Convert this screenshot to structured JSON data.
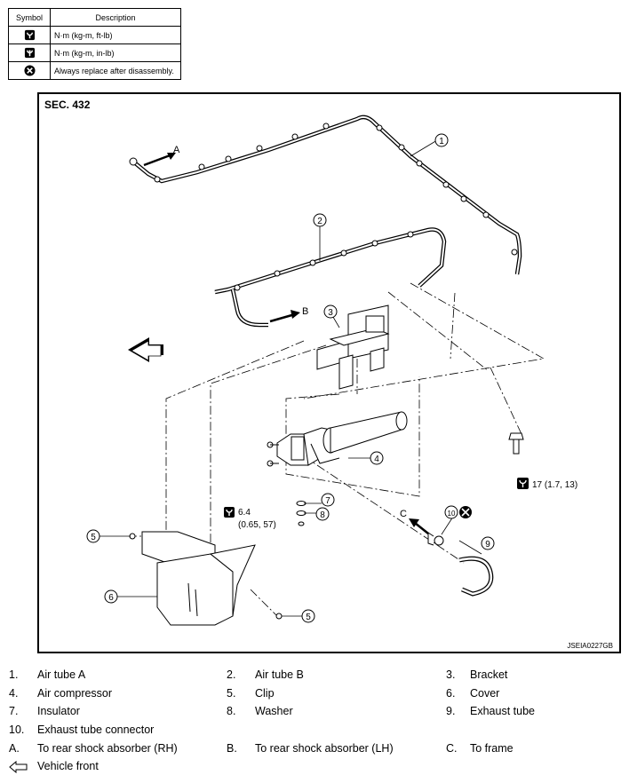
{
  "legend": {
    "header_symbol": "Symbol",
    "header_description": "Description",
    "rows": [
      {
        "icon": "torque-wrench-icon",
        "description": "N·m (kg-m, ft-lb)"
      },
      {
        "icon": "torque-wrench-small-icon",
        "description": "N·m (kg-m, in-lb)"
      },
      {
        "icon": "always-replace-icon",
        "description": "Always replace after disassembly."
      }
    ]
  },
  "figure": {
    "section": "SEC. 432",
    "code": "JSEIA0227GB",
    "callouts": [
      "1",
      "2",
      "3",
      "4",
      "5",
      "6",
      "7",
      "8",
      "9",
      "10"
    ],
    "arrows": [
      "A",
      "B",
      "C"
    ],
    "torque_1": "17 (1.7, 13)",
    "torque_2_a": "6.4",
    "torque_2_b": "(0.65, 57)"
  },
  "items": [
    {
      "num": "1.",
      "label": "Air tube A"
    },
    {
      "num": "2.",
      "label": "Air tube B"
    },
    {
      "num": "3.",
      "label": "Bracket"
    },
    {
      "num": "4.",
      "label": "Air compressor"
    },
    {
      "num": "5.",
      "label": "Clip"
    },
    {
      "num": "6.",
      "label": "Cover"
    },
    {
      "num": "7.",
      "label": "Insulator"
    },
    {
      "num": "8.",
      "label": "Washer"
    },
    {
      "num": "9.",
      "label": "Exhaust tube"
    },
    {
      "num": "10.",
      "label": "Exhaust tube connector"
    },
    {
      "num": "A.",
      "label": "To rear shock absorber (RH)"
    },
    {
      "num": "B.",
      "label": "To rear shock absorber (LH)"
    },
    {
      "num": "C.",
      "label": "To frame"
    },
    {
      "num": "",
      "label": "Vehicle front"
    }
  ],
  "colors": {
    "ink": "#000000",
    "background": "#ffffff"
  }
}
